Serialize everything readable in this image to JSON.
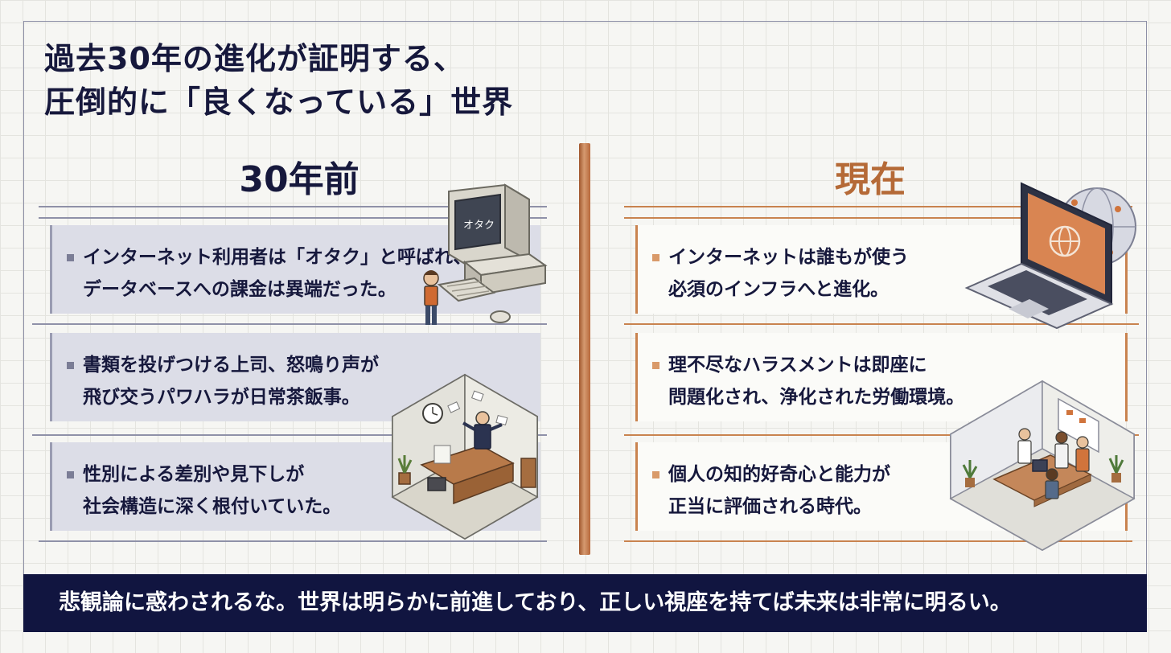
{
  "title": {
    "line1": "過去30年の進化が証明する、",
    "line2": "圧倒的に「良くなっている」世界"
  },
  "columns": {
    "past": {
      "heading": "30年前",
      "items": [
        {
          "line1": "インターネット利用者は「オタク」と呼ばれ、",
          "line2": "データベースへの課金は異端だった。"
        },
        {
          "line1": "書類を投げつける上司、怒鳴り声が",
          "line2": "飛び交うパワハラが日常茶飯事。"
        },
        {
          "line1": "性別による差別や見下しが",
          "line2": "社会構造に深く根付いていた。"
        }
      ]
    },
    "now": {
      "heading": "現在",
      "items": [
        {
          "line1": "インターネットは誰もが使う",
          "line2": "必須のインフラへと進化。"
        },
        {
          "line1": "理不尽なハラスメントは即座に",
          "line2": "問題化され、浄化された労働環境。"
        },
        {
          "line1": "個人の知的好奇心と能力が",
          "line2": "正当に評価される時代。"
        }
      ]
    }
  },
  "illustrations": {
    "old_computer_screen_text": "オタク"
  },
  "banner": "悲観論に惑わされるな。世界は明らかに前進しており、正しい視座を持てば未来は非常に明るい。",
  "colors": {
    "navy": "#16183c",
    "copper": "#b56a37",
    "banner_bg": "#111540"
  }
}
